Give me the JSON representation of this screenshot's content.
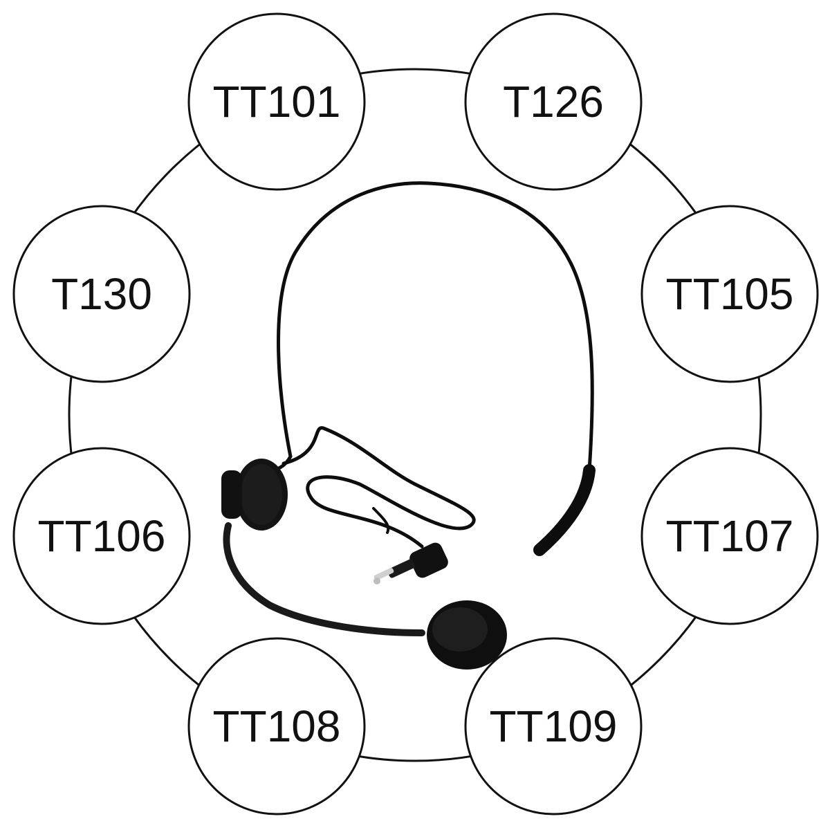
{
  "diagram": {
    "center_image": "headset-microphone-icon",
    "colors": {
      "line": "#111111",
      "background": "#ffffff",
      "product": "#0d0d0d"
    },
    "models": [
      {
        "label": "TT101"
      },
      {
        "label": "T126"
      },
      {
        "label": "TT105"
      },
      {
        "label": "TT107"
      },
      {
        "label": "TT109"
      },
      {
        "label": "TT108"
      },
      {
        "label": "TT106"
      },
      {
        "label": "T130"
      }
    ]
  }
}
